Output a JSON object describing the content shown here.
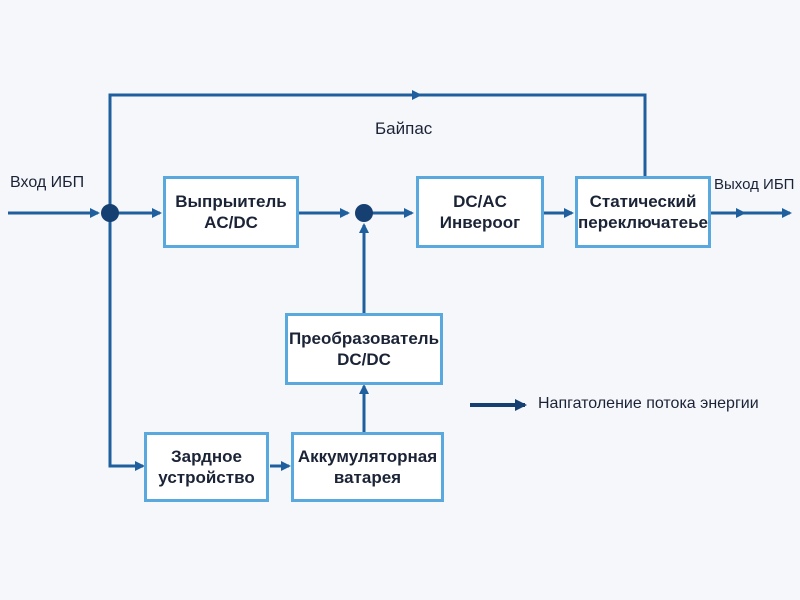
{
  "diagram": {
    "input_label": "Вход ИБП",
    "output_label": "Выход ИБП",
    "bypass_label": "Байпас",
    "legend_label": "Напгатоление потока энергии",
    "blocks": {
      "rectifier": "Выпрыитель\nAC/DC",
      "inverter": "DC/AC\nИнвероог",
      "static_switch": "Статический\nпереключатеье",
      "dc_converter": "Преобразователь\nDC/DC",
      "charger": "Зардное\nустройство",
      "battery": "Аккумуляторная\nватарея"
    },
    "colors": {
      "flow_line": "#1f5f9e",
      "block_border": "#5aa9de",
      "junction": "#163f72",
      "legend_arrow": "#163f72"
    }
  }
}
